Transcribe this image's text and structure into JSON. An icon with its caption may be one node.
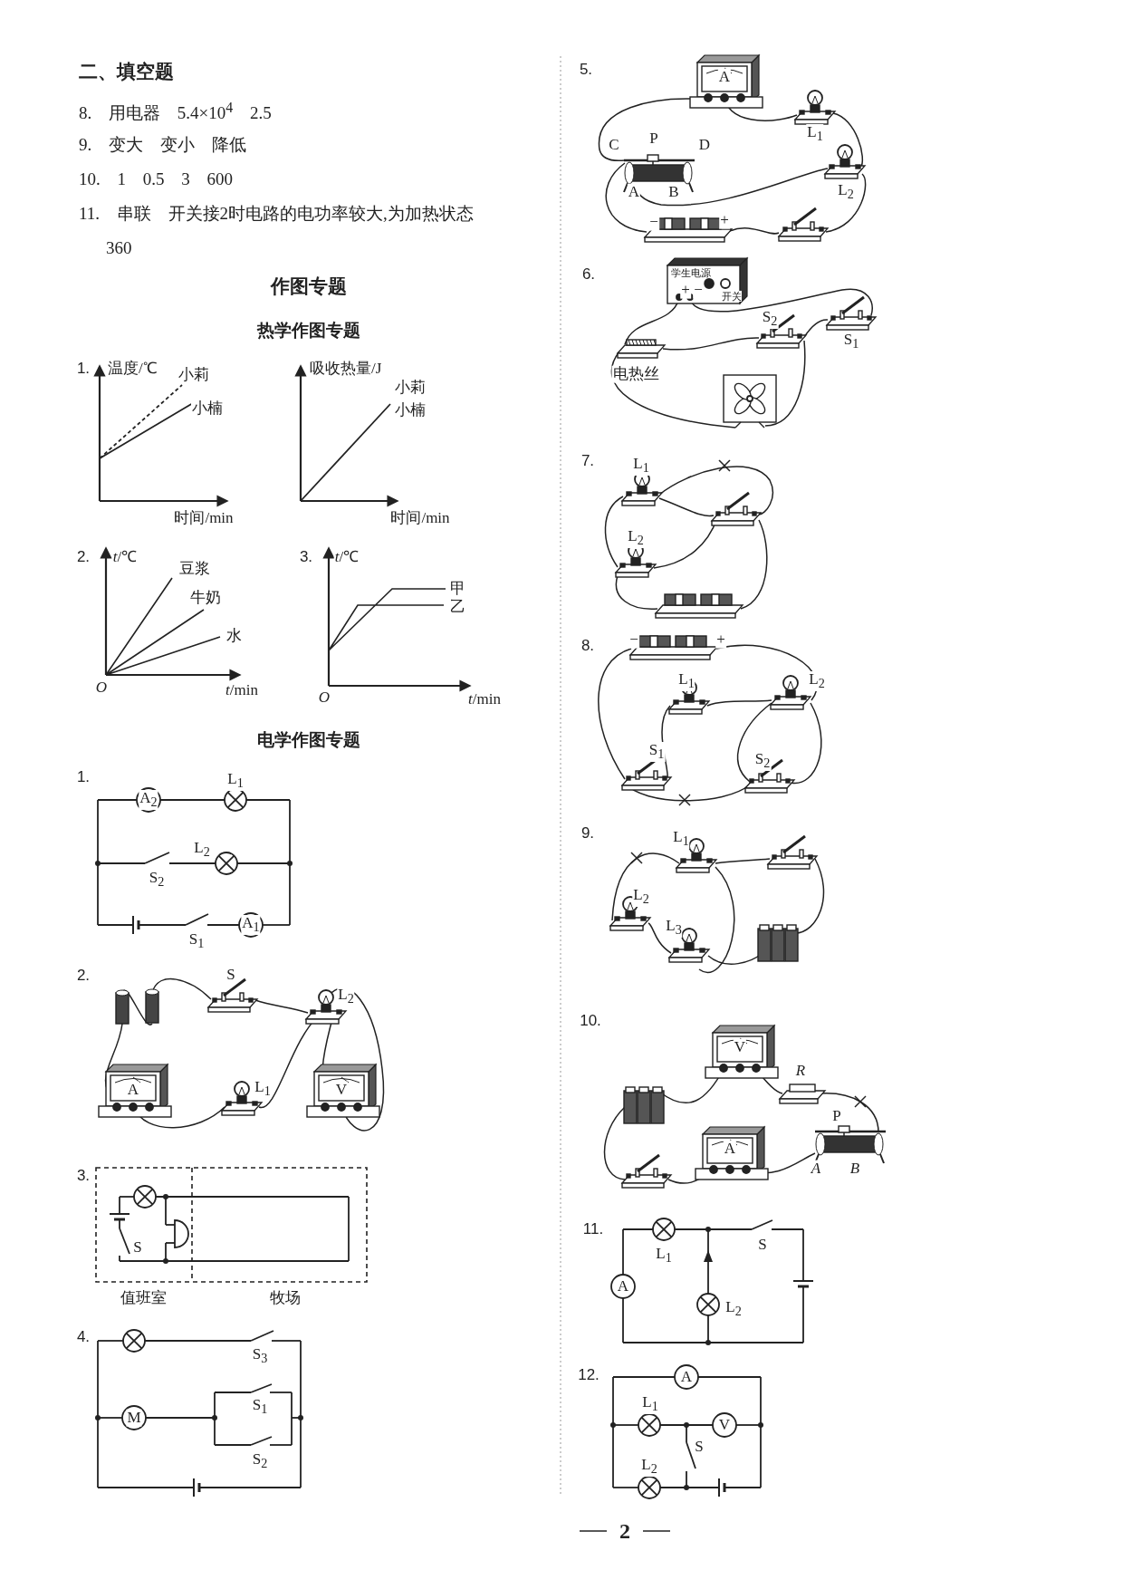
{
  "diagram": {
    "labels": [
      "二、填空题",
      "8. 用电器 5.4×10$^{4}$ 2.5",
      "9. 变大 变小 降低",
      "10. 1 0.5 3 600",
      "11. 串联 开关接2时电路的电功率较大,为加热状态",
      "360",
      "作图专题",
      "热学作图专题",
      "1.",
      "温度/℃",
      "小莉",
      "小楠",
      "时间/min",
      "吸收热量/J",
      "小莉",
      "小楠",
      "时间/min",
      "2.",
      "*t*/℃",
      "豆浆",
      "牛奶",
      "水",
      "*O*",
      "*t*/min",
      "3.",
      "*t*/℃",
      "甲",
      "乙",
      "*O*",
      "*t*/min",
      "电学作图专题",
      "1.",
      "L$_{1}$",
      "A$_{2}$",
      "L$_{2}$",
      "S$_{2}$",
      "S$_{1}$",
      "A$_{1}$",
      "2.",
      "S",
      "L$_{2}$",
      "A",
      "L$_{1}$",
      "V",
      "3.",
      "S",
      "值班室",
      "牧场",
      "4.",
      "S$_{3}$",
      "M",
      "S$_{1}$",
      "S$_{2}$",
      "5.",
      "A",
      "L$_{1}$",
      "C",
      "P",
      "D",
      "A",
      "B",
      "L$_{2}$",
      "−",
      "+",
      "6.",
      "学生电源",
      "+",
      "−",
      "开关",
      "S$_{2}$",
      "S$_{1}$",
      "电热丝",
      "7.",
      "L$_{1}$",
      "L$_{2}$",
      "8.",
      "−",
      "+",
      "L$_{1}$",
      "L$_{2}$",
      "S$_{1}$",
      "S$_{2}$",
      "9.",
      "L$_{1}$",
      "L$_{2}$",
      "L$_{3}$",
      "10.",
      "V",
      "*R*",
      "P",
      "*A*",
      "*B*",
      "A",
      "11.",
      "L$_{1}$",
      "S",
      "A",
      "L$_{2}$",
      "12.",
      "A",
      "L$_{1}$",
      "V",
      "S",
      "L$_{2}$",
      "2"
    ]
  }
}
